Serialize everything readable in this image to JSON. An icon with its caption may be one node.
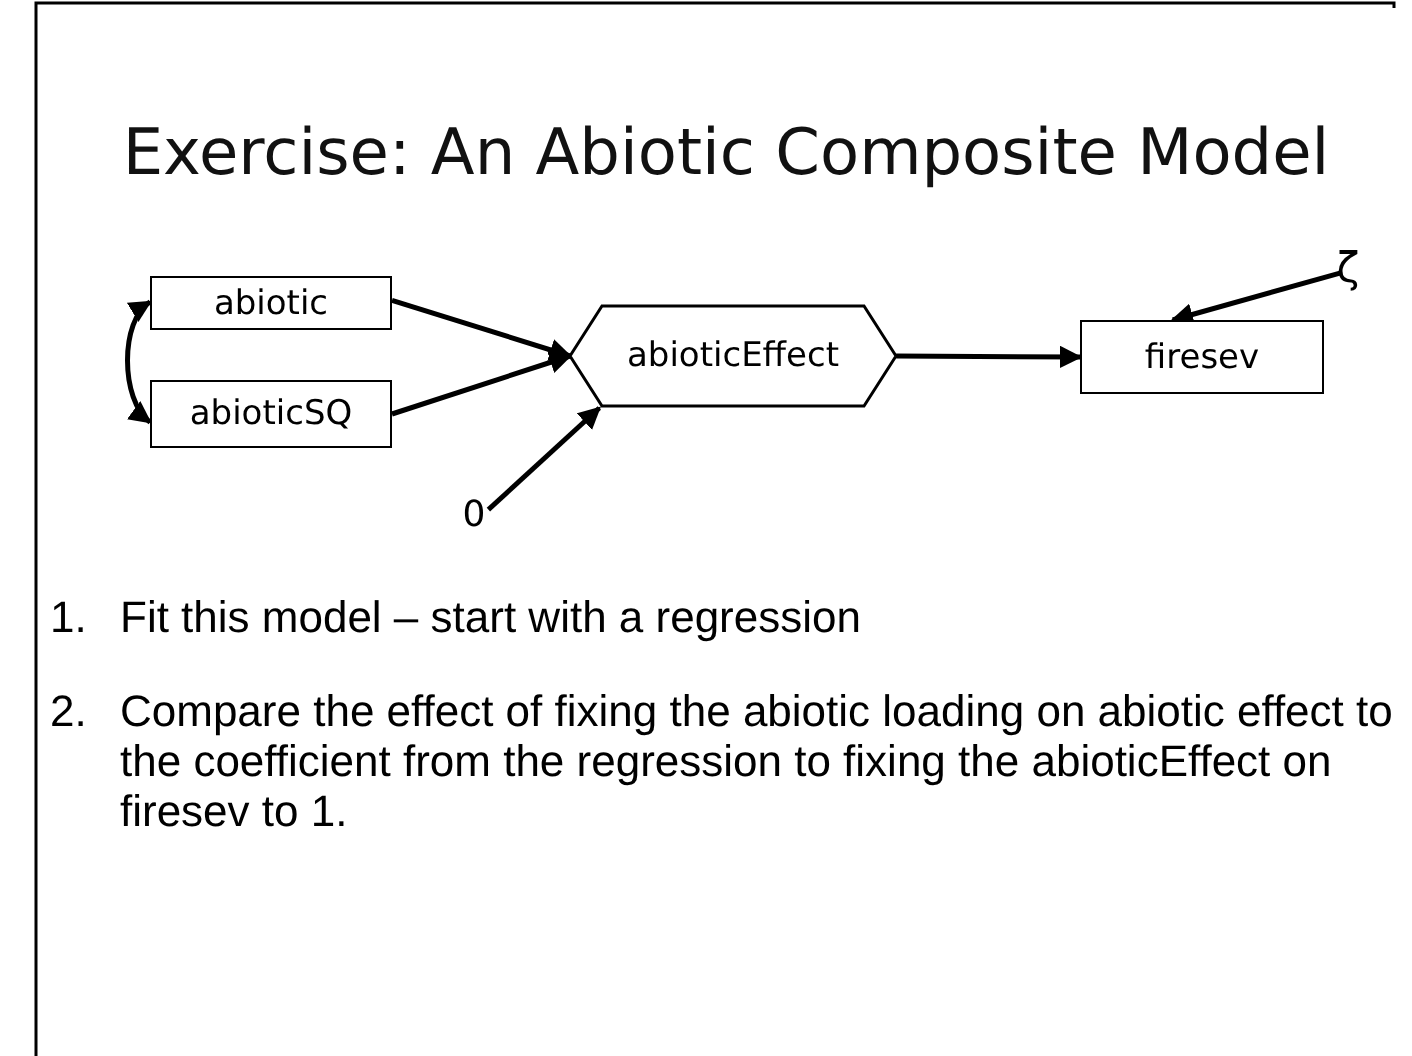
{
  "diagram": {
    "title": "Exercise: An Abiotic Composite Model",
    "nodes": [
      {
        "text": [
          "abiotic"
        ]
      },
      {
        "text": [
          "abioticSQ"
        ]
      },
      {
        "text": [
          "abioticEffect"
        ]
      },
      {
        "text": [
          "firesev"
        ]
      },
      {
        "text": [
          "0"
        ]
      },
      {
        "text": [
          "ζ"
        ]
      }
    ],
    "edges": [
      {
        "from": 0,
        "to": 2,
        "arrow": "to"
      },
      {
        "from": 1,
        "to": 2,
        "arrow": "to"
      },
      {
        "from": 2,
        "to": 3,
        "arrow": "to"
      },
      {
        "from": 4,
        "to": 2,
        "arrow": "to"
      },
      {
        "from": 5,
        "to": 3,
        "arrow": "to"
      },
      {
        "from": 0,
        "to": 1,
        "arrow": "both"
      }
    ],
    "labels": [
      "1.",
      "Fit this model – start with a regression",
      "2.",
      "Compare the effect of fixing the abiotic loading on abiotic effect to the coefficient from the regression to fixing the abioticEffect on firesev to 1."
    ]
  }
}
